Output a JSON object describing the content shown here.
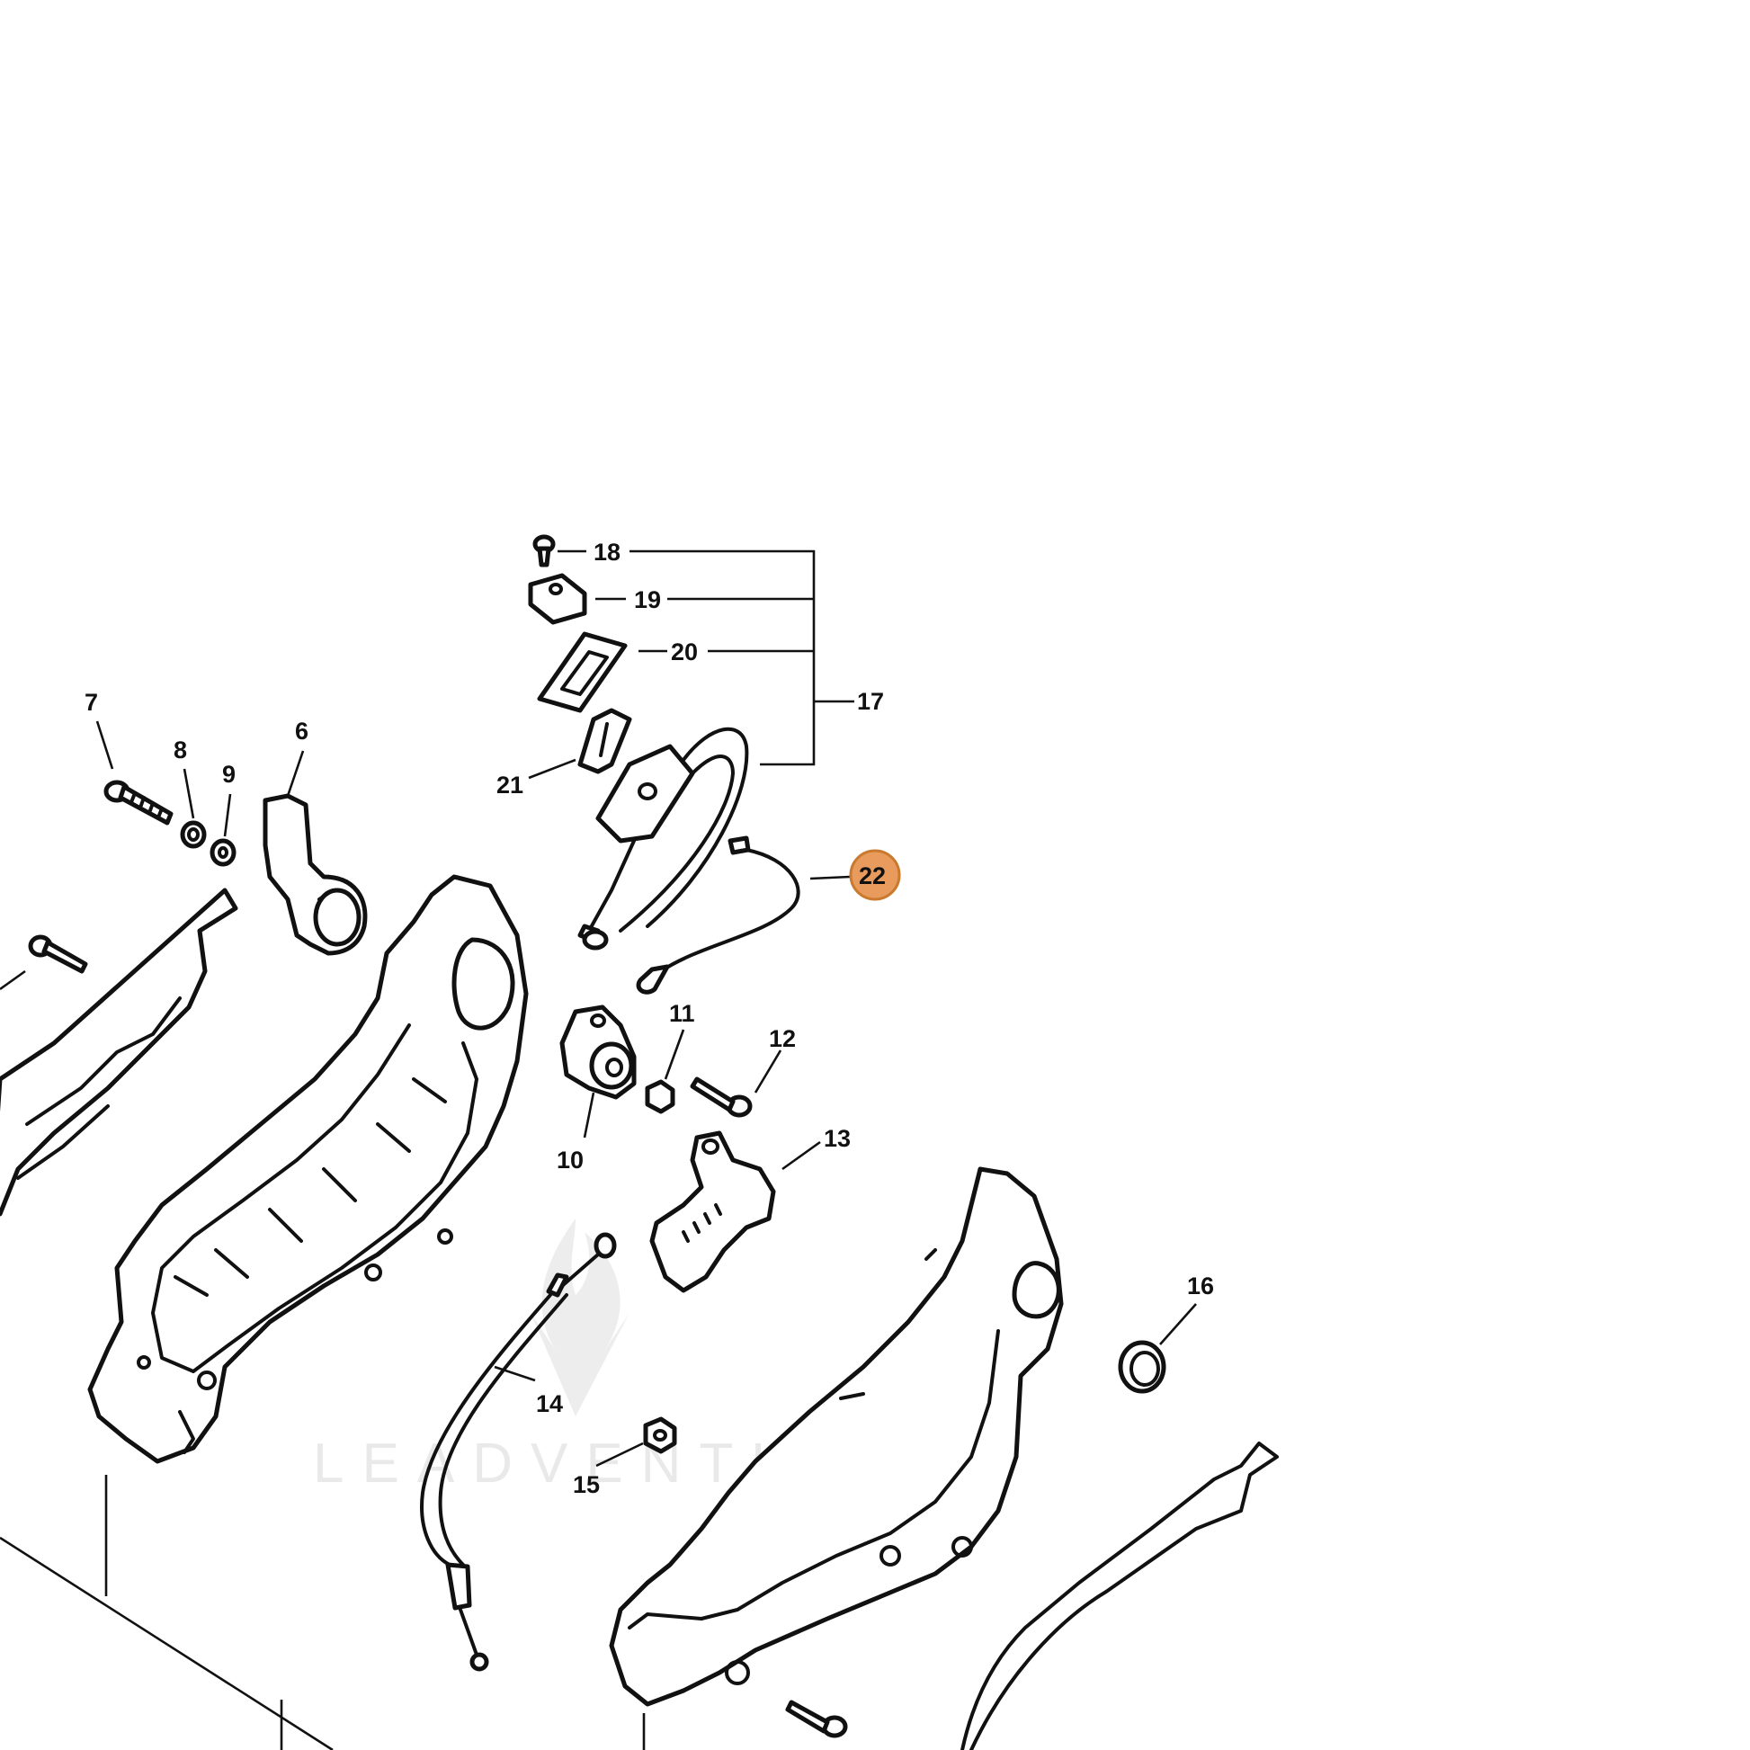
{
  "watermark": {
    "text": "LEADVENTURE",
    "logo_icon": "flame-v-logo-icon"
  },
  "highlight_color": "#E89B5C",
  "highlight_border": "#C97A2E",
  "callouts": [
    {
      "id": "6",
      "label": "6"
    },
    {
      "id": "7",
      "label": "7"
    },
    {
      "id": "8",
      "label": "8"
    },
    {
      "id": "9",
      "label": "9"
    },
    {
      "id": "10",
      "label": "10"
    },
    {
      "id": "11",
      "label": "11"
    },
    {
      "id": "12",
      "label": "12"
    },
    {
      "id": "13",
      "label": "13"
    },
    {
      "id": "14",
      "label": "14"
    },
    {
      "id": "15",
      "label": "15"
    },
    {
      "id": "16",
      "label": "16"
    },
    {
      "id": "17",
      "label": "17"
    },
    {
      "id": "18",
      "label": "18"
    },
    {
      "id": "19",
      "label": "19"
    },
    {
      "id": "20",
      "label": "20"
    },
    {
      "id": "21",
      "label": "21"
    },
    {
      "id": "22",
      "label": "22",
      "highlighted": true
    }
  ]
}
